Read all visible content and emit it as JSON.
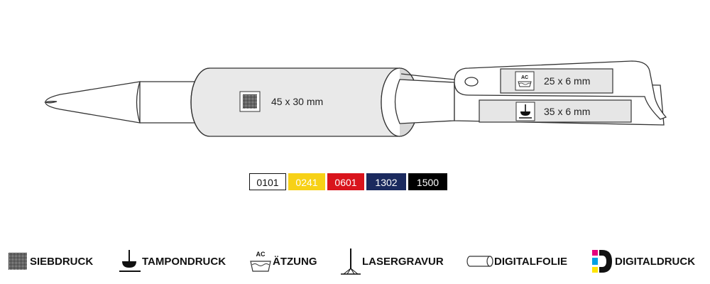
{
  "imprint_areas": [
    {
      "size": "45 x 30 mm",
      "method_icon": "screen-print-icon"
    },
    {
      "size": "25 x 6 mm",
      "method_icon": "etching-icon"
    },
    {
      "size": "35 x 6 mm",
      "method_icon": "pad-print-icon"
    }
  ],
  "etch_icon_text": "AC",
  "colors": [
    {
      "code": "0101",
      "bg": "#ffffff",
      "fg": "#111111",
      "border": "#111111"
    },
    {
      "code": "0241",
      "bg": "#f7d117",
      "fg": "#ffffff",
      "border": "#f7d117"
    },
    {
      "code": "0601",
      "bg": "#d9141c",
      "fg": "#ffffff",
      "border": "#d9141c"
    },
    {
      "code": "1302",
      "bg": "#1b2a5e",
      "fg": "#ffffff",
      "border": "#1b2a5e"
    },
    {
      "code": "1500",
      "bg": "#000000",
      "fg": "#ffffff",
      "border": "#000000"
    }
  ],
  "legend": [
    {
      "label": "SIEBDRUCK",
      "icon": "screen-print-icon"
    },
    {
      "label": "TAMPONDRUCK",
      "icon": "pad-print-icon"
    },
    {
      "label": "ÄTZUNG",
      "icon": "etching-icon"
    },
    {
      "label": "LASERGRAVUR",
      "icon": "laser-engraving-icon"
    },
    {
      "label": "DIGITALFOLIE",
      "icon": "digital-foil-icon"
    },
    {
      "label": "DIGITALDRUCK",
      "icon": "digital-print-icon"
    }
  ]
}
